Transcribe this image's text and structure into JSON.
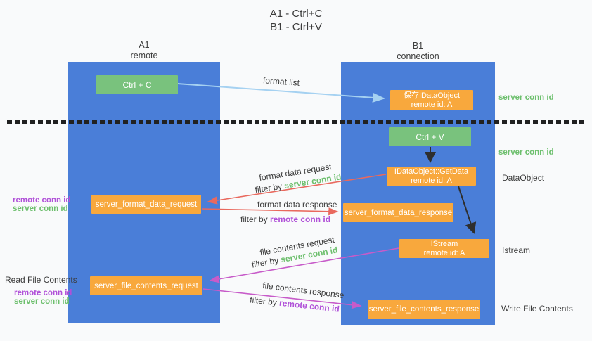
{
  "title": {
    "line1": "A1 - Ctrl+C",
    "line2": "B1 - Ctrl+V"
  },
  "colors": {
    "column_blue": "#4a7ed8",
    "box_green": "#79c27d",
    "box_orange": "#f8a83d",
    "arrow_blue": "#a5d1f1",
    "arrow_red": "#e9695e",
    "arrow_magenta": "#c75bc9",
    "arrow_black": "#2e2e2e",
    "text_green": "#6dbf6d",
    "text_purple": "#b050d8",
    "text_dark": "#3b3b3b"
  },
  "lifelines": {
    "a1": {
      "name": "A1",
      "role": "remote"
    },
    "b1": {
      "name": "B1",
      "role": "connection"
    }
  },
  "nodes": {
    "ctrl_c": "Ctrl + C",
    "ctrl_v": "Ctrl + V",
    "save_idataobject": {
      "line1": "保存IDataObject",
      "line2": "remote id: A"
    },
    "getdata": {
      "line1": "IDataObject::GetData",
      "line2": "remote id: A"
    },
    "istream": {
      "line1": "IStream",
      "line2": "remote id: A"
    },
    "format_request": "server_format_data_request",
    "format_response": "server_format_data_response",
    "file_request": "server_file_contents_request",
    "file_response": "server_file_contents_response"
  },
  "arrow_labels": {
    "format_list": "format list",
    "format_data_request": "format data request",
    "format_data_response": "format data response",
    "file_contents_request": "file contents request",
    "file_contents_response": "file contents response",
    "filter_by": "filter by ",
    "server_conn_id": "server conn id",
    "remote_conn_id": "remote conn id"
  },
  "side_labels": {
    "server_conn_id_top": "server conn id",
    "server_conn_id_mid": "server conn id",
    "dataobject": "DataObject",
    "istream": "Istream",
    "remote_conn_id_format": "remote conn id",
    "server_conn_id_format": "server conn id",
    "read_file_contents": "Read File Contents",
    "remote_conn_id_file": "remote conn id",
    "server_conn_id_file": "server conn id",
    "write_file_contents": "Write File Contents"
  }
}
